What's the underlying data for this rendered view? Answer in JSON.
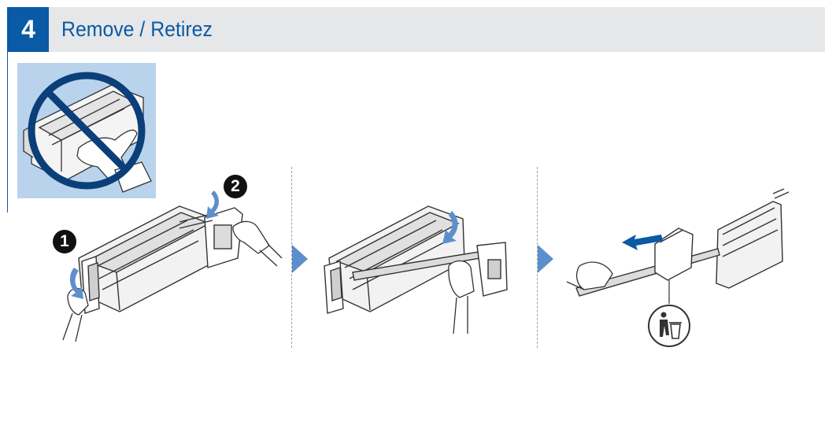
{
  "step": {
    "number": "4",
    "title": "Remove / Retirez"
  },
  "labels": {
    "one": "1",
    "two": "2"
  },
  "colors": {
    "accent": "#0a5aa5",
    "header_bg": "#e6e7e8",
    "warning_panel_bg": "#b9d3ec",
    "arrow": "#5d8fcc",
    "prohibition": "#0a3f7a"
  },
  "icons": {
    "prohibition": "prohibition-sign-icon",
    "recycle": "recycle-disposal-icon",
    "pull_direction": "pull-left-arrow-icon"
  }
}
